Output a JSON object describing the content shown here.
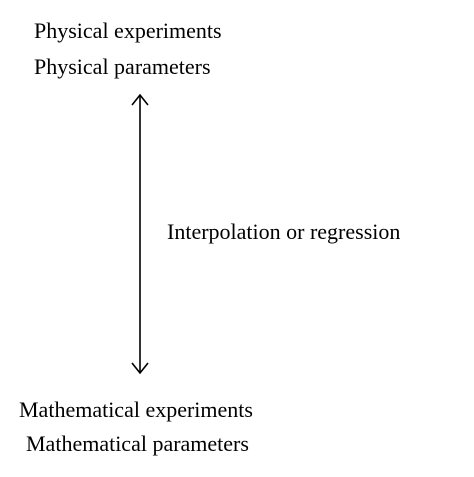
{
  "diagram": {
    "top": {
      "line1": "Physical experiments",
      "line2": "Physical parameters"
    },
    "connector": {
      "label": "Interpolation or regression",
      "direction": "bidirectional"
    },
    "bottom": {
      "line1": "Mathematical experiments",
      "line2": "Mathematical parameters"
    }
  }
}
